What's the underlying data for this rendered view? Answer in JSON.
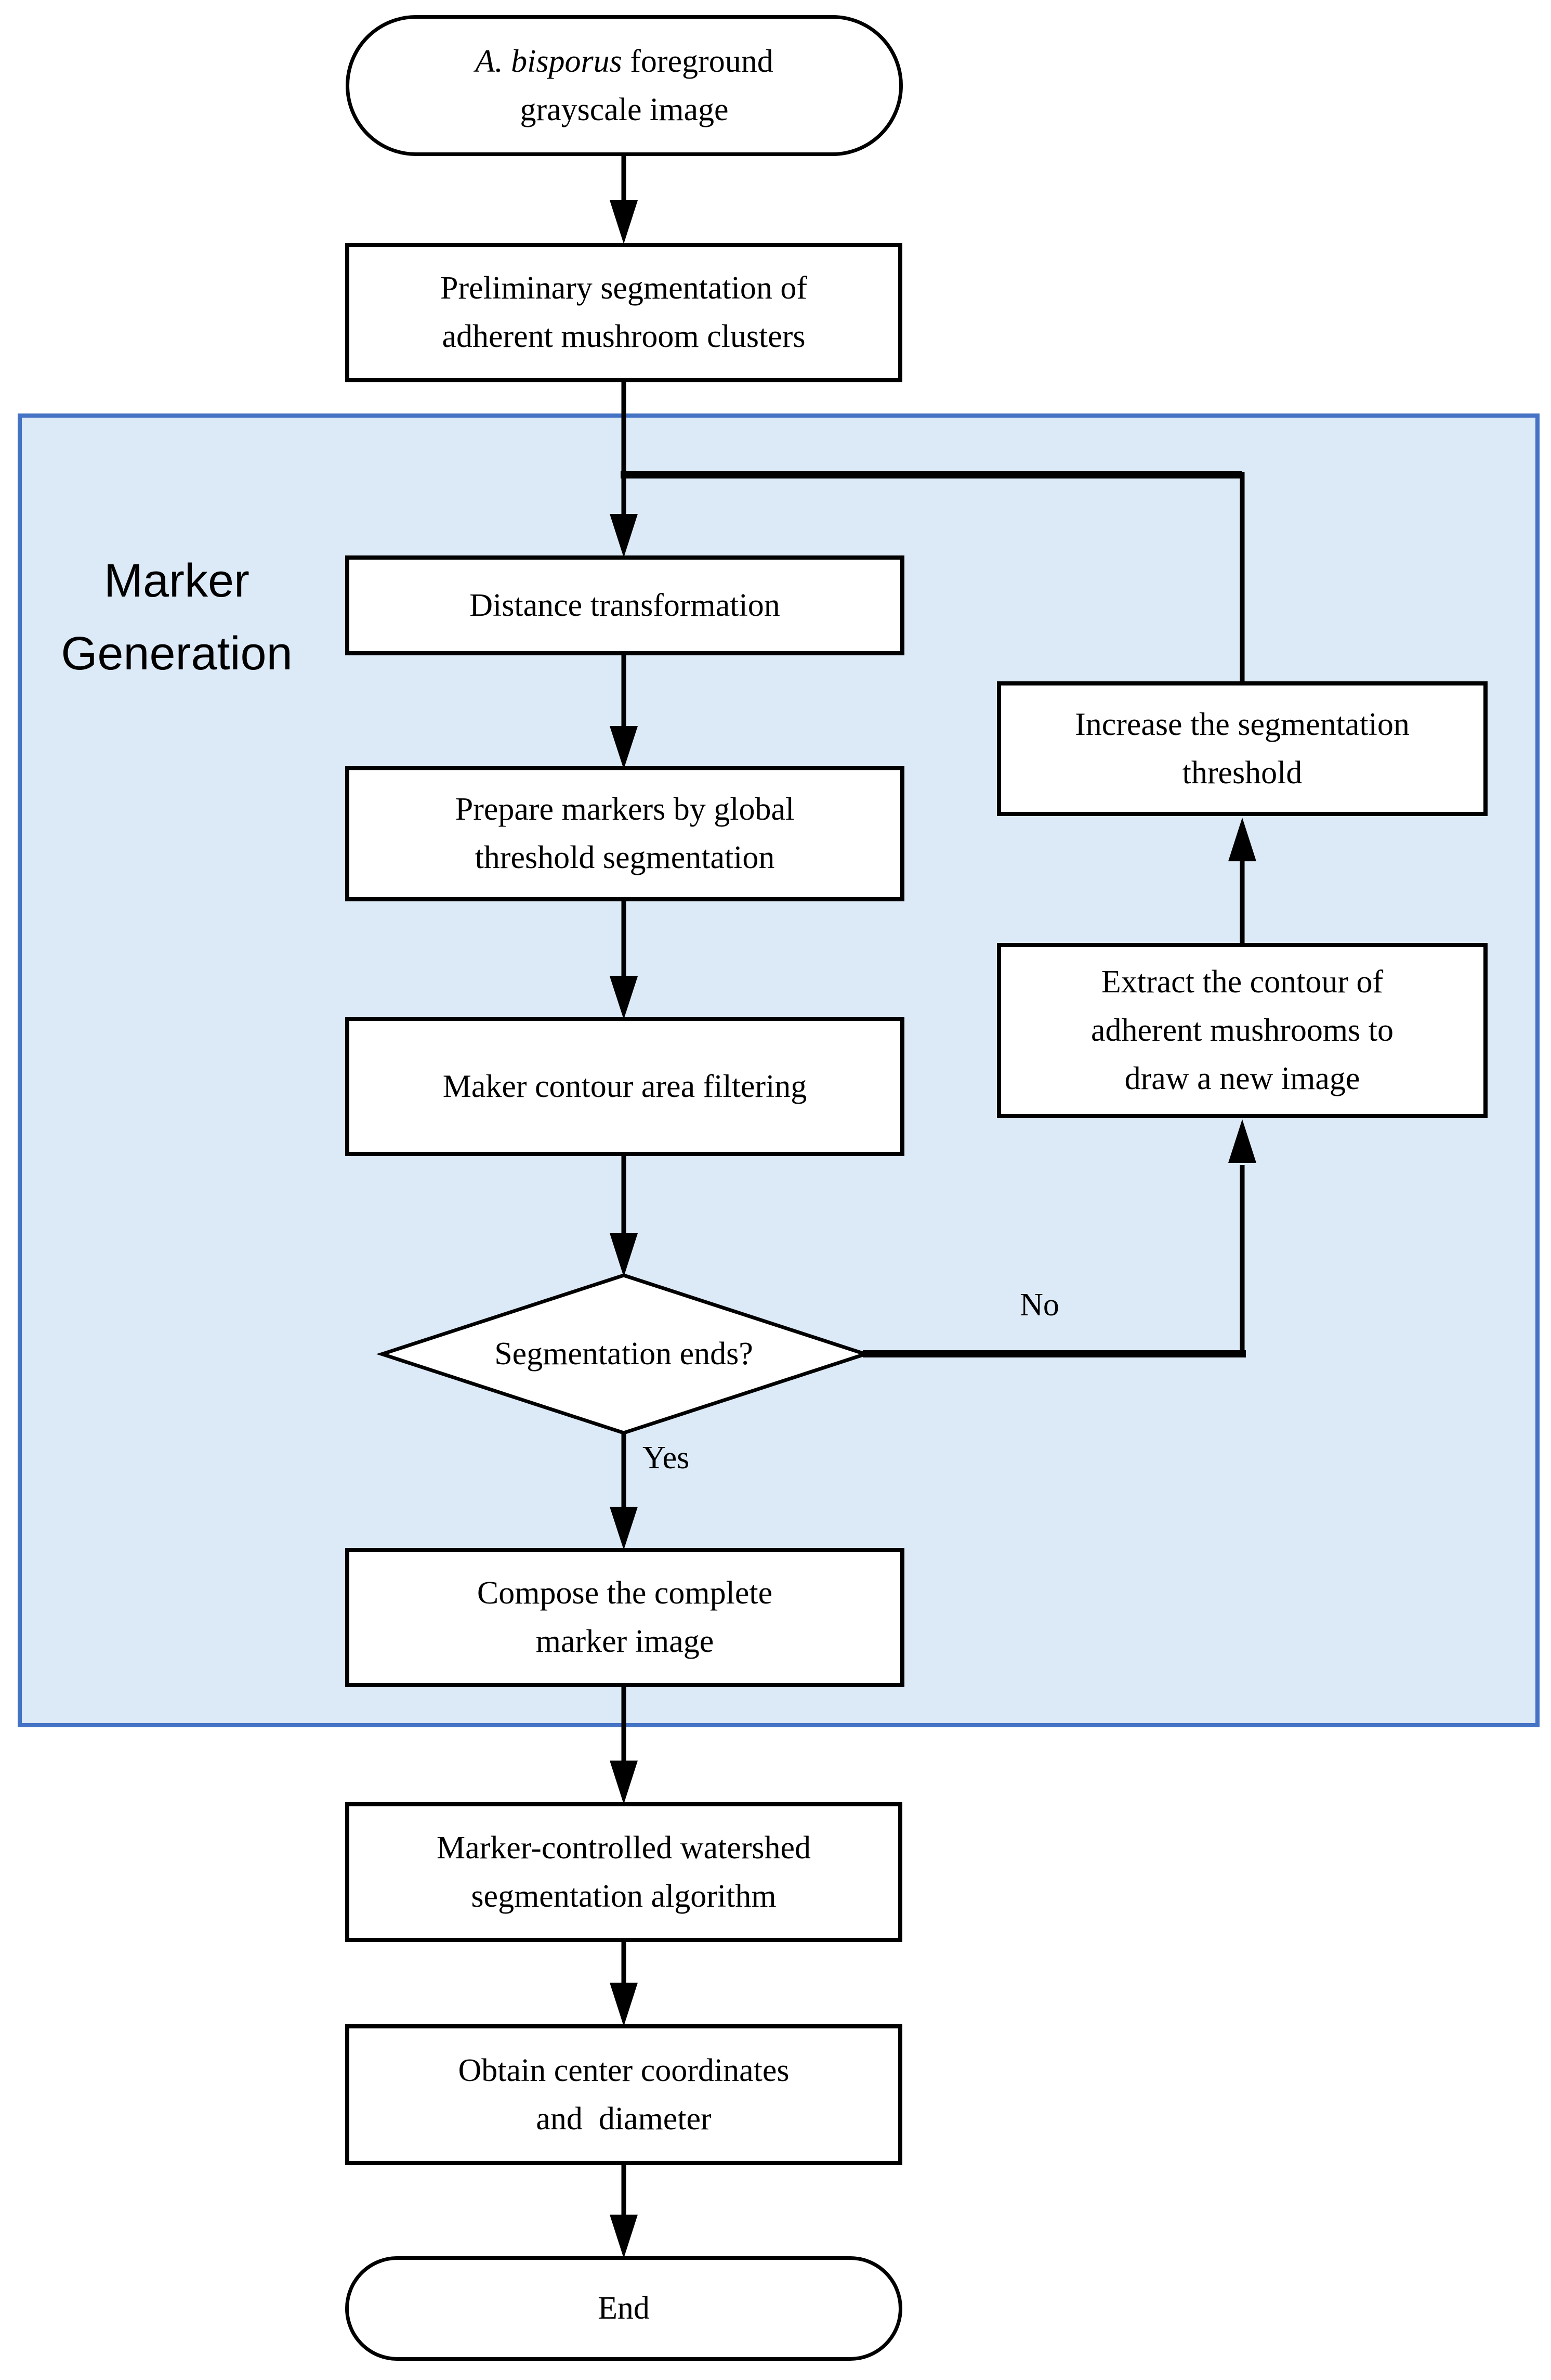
{
  "diagram": {
    "panel": {
      "label_line1": "Marker",
      "label_line2": "Generation"
    },
    "nodes": {
      "start": {
        "line1_italic": "A. bisporus",
        "line1_rest": " foreground",
        "line2": "grayscale image"
      },
      "preliminary": {
        "line1": "Preliminary segmentation of",
        "line2": "adherent mushroom clusters"
      },
      "distance": {
        "line1": "Distance transformation"
      },
      "prepare": {
        "line1": "Prepare markers by global",
        "line2": "threshold segmentation"
      },
      "maker_filter": {
        "line1": "Maker contour area filtering"
      },
      "decision": {
        "line1": "Segmentation ends?"
      },
      "increase": {
        "line1": "Increase the segmentation",
        "line2": "threshold"
      },
      "extract": {
        "line1": "Extract the contour of",
        "line2": "adherent mushrooms to",
        "line3": "draw a new image"
      },
      "compose": {
        "line1": "Compose the complete",
        "line2": "marker image"
      },
      "watershed": {
        "line1": "Marker-controlled watershed",
        "line2": "segmentation algorithm"
      },
      "obtain": {
        "line1": "Obtain center coordinates",
        "line2": "and  diameter"
      },
      "end": {
        "line1": "End"
      }
    },
    "edge_labels": {
      "no": "No",
      "yes": "Yes"
    },
    "colors": {
      "panel_fill": "#dce9f6",
      "panel_border": "#4472c4",
      "node_border": "#000000",
      "connector": "#000000"
    }
  }
}
